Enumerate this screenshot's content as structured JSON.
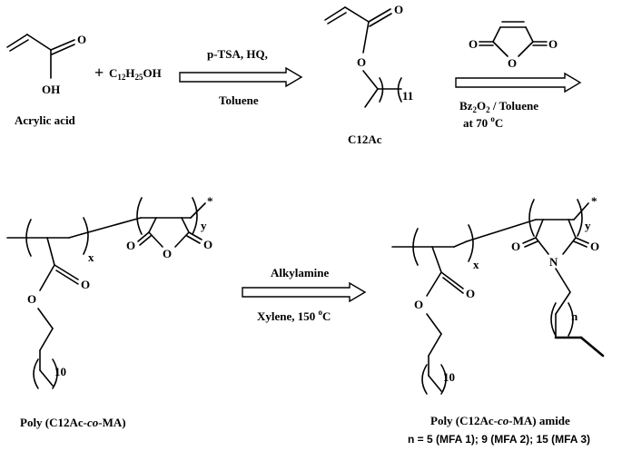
{
  "reaction1": {
    "acrylic_acid_label": "Acrylic acid",
    "oh": "OH",
    "o": "O",
    "plus": "+",
    "alcohol_prefix": "C",
    "alcohol_sub1": "12",
    "alcohol_mid": "H",
    "alcohol_sub2": "25",
    "alcohol_suffix": "OH",
    "reagents_top": "p-TSA, HQ,",
    "reagents_bottom": "Toluene",
    "product_label": "C12Ac",
    "chain_count": "11"
  },
  "reaction2": {
    "maleic_o_left": "O",
    "maleic_o_ring": "O",
    "maleic_o_right": "O",
    "reagent_top_prefix": "Bz",
    "reagent_top_sub1": "2",
    "reagent_top_mid": "O",
    "reagent_top_sub2": "2",
    "reagent_top_suffix": " / Toluene",
    "reagent_bottom_prefix": "at 70 ",
    "reagent_bottom_sup": "o",
    "reagent_bottom_suffix": "C"
  },
  "copolymer": {
    "label_prefix": "Poly (C12Ac-",
    "label_italic": "co",
    "label_suffix": "-MA)",
    "x": "x",
    "y": "y",
    "star": "*",
    "o_left": "O",
    "o_ring": "O",
    "o_right": "O",
    "o_carbonyl": "O",
    "o_ester": "O",
    "chain_count": "10"
  },
  "reaction3": {
    "reagent_top": "Alkylamine",
    "reagent_bottom_prefix": "Xylene, 150 ",
    "reagent_bottom_sup": "o",
    "reagent_bottom_suffix": "C"
  },
  "amide": {
    "label_prefix": "Poly (C12Ac-",
    "label_italic": "co",
    "label_suffix": "-MA) amide",
    "x": "x",
    "y": "y",
    "star": "*",
    "o_left": "O",
    "o_right": "O",
    "n_atom": "N",
    "o_carbonyl": "O",
    "o_ester": "O",
    "chain_count": "10",
    "n_count": "n",
    "legend": "n = 5 (MFA 1); 9 (MFA 2); 15 (MFA 3)"
  }
}
